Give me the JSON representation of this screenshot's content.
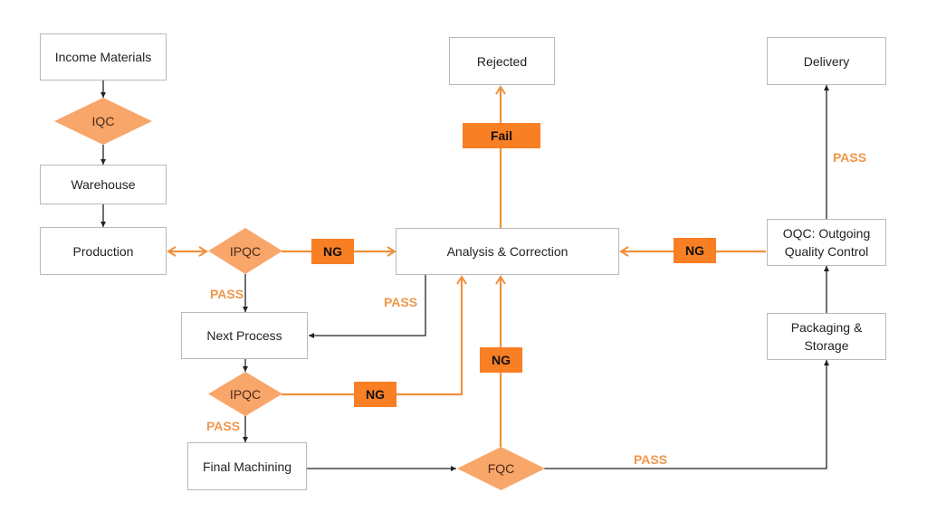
{
  "colors": {
    "accent_line": "#f0903c",
    "tag_fill": "#f97f24",
    "diamond_fill": "#f8a66a",
    "pass_text": "#f0974a",
    "black_line": "#222222",
    "box_border": "#b9b9b9"
  },
  "nodes": {
    "income_materials": "Income Materials",
    "warehouse": "Warehouse",
    "production": "Production",
    "next_process": "Next Process",
    "final_machining": "Final Machining",
    "analysis_correction": "Analysis & Correction",
    "rejected": "Rejected",
    "delivery": "Delivery",
    "oqc_line1": "OQC: Outgoing",
    "oqc_line2": "Quality Control",
    "packaging_line1": "Packaging &",
    "packaging_line2": "Storage"
  },
  "decisions": {
    "iqc": "IQC",
    "ipqc_1": "IPQC",
    "ipqc_2": "IPQC",
    "fqc": "FQC"
  },
  "edge_labels": {
    "ng_ipqc1": "NG",
    "ng_ipqc2": "NG",
    "ng_fqc": "NG",
    "ng_oqc": "NG",
    "fail": "Fail",
    "pass_ipqc1": "PASS",
    "pass_analysis": "PASS",
    "pass_ipqc2": "PASS",
    "pass_fqc": "PASS",
    "pass_oqc": "PASS"
  }
}
